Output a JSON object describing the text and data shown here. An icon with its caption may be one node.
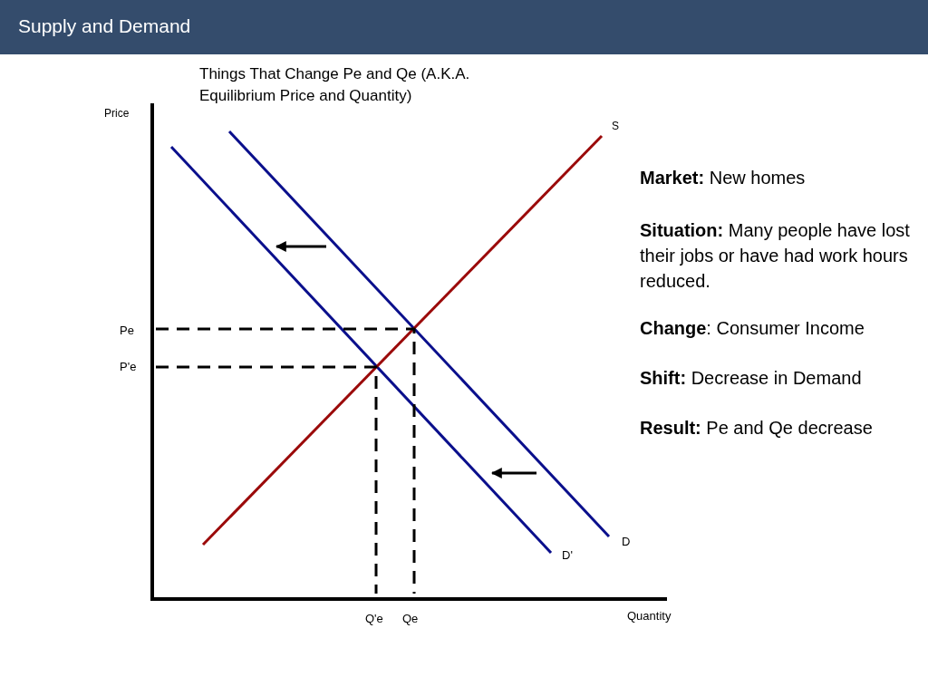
{
  "diagram": {
    "title": "Supply and Demand",
    "labels": [
      "Things That Change Pe and Qe (A.K.A. Equilibrium Price and Quantity)",
      "Price",
      "S",
      "**Market:** New homes",
      "**Situation:** Many people have lost their jobs or have had work hours reduced.",
      "Pe",
      "**Change**: Consumer Income",
      "P'e",
      "**Shift:** Decrease in Demand",
      "**Result:** Pe and Qe decrease",
      "D",
      "D'",
      "Q'e",
      "Qe",
      "Quantity"
    ]
  }
}
